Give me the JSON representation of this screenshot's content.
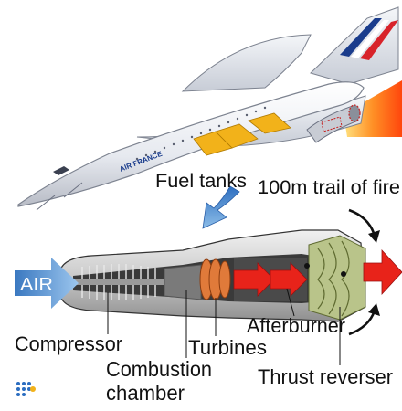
{
  "aircraft": {
    "livery_text": "AIR FRANCE",
    "colors": {
      "fuselage": "#f2f4f8",
      "fuel_tank": "#f2b21a",
      "fire": "#ff3c00",
      "livery_blue": "#1a3c8c",
      "livery_red": "#d8232a"
    }
  },
  "labels": {
    "fuel_tanks": "Fuel tanks",
    "trail_of_fire": "100m trail of fire",
    "air": "AIR",
    "compressor": "Compressor",
    "combustion_line1": "Combustion",
    "combustion_line2": "chamber",
    "turbines": "Turbines",
    "afterburner": "Afterburner",
    "thrust_reverser": "Thrust reverser"
  },
  "colors": {
    "pointer_arrow": "#4a90d8",
    "air_arrow": "#4f8fd0",
    "flow_arrow": "#e8231a",
    "turbine": "#e07a3a",
    "reverser": "#b9c48a"
  }
}
